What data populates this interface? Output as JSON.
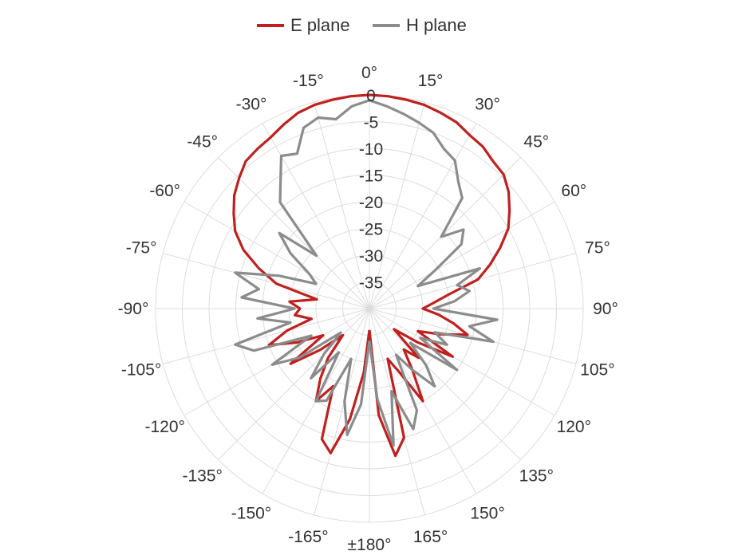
{
  "chart_data": {
    "type": "polar-line",
    "title": "",
    "legend": {
      "position": "top-center"
    },
    "radial_axis": {
      "unit": "dB",
      "range": [
        -40,
        0
      ],
      "ticks": [
        0,
        -5,
        -10,
        -15,
        -20,
        -25,
        -30,
        -35
      ],
      "tick_labels": [
        "0",
        "-5",
        "-10",
        "-15",
        "-20",
        "-25",
        "-30",
        "-35"
      ]
    },
    "angular_axis": {
      "zero_at": "top",
      "direction": "clockwise",
      "ticks": [
        0,
        15,
        30,
        45,
        60,
        75,
        90,
        105,
        120,
        135,
        150,
        165,
        180,
        -165,
        -150,
        -135,
        -120,
        -105,
        -90,
        -75,
        -60,
        -45,
        -30,
        -15
      ],
      "tick_labels": [
        "0°",
        "15°",
        "30°",
        "45°",
        "60°",
        "75°",
        "90°",
        "105°",
        "120°",
        "135°",
        "150°",
        "165°",
        "±180°",
        "-165°",
        "-150°",
        "-135°",
        "-120°",
        "-105°",
        "-90°",
        "-75°",
        "-60°",
        "-45°",
        "-30°",
        "-15°"
      ]
    },
    "grid": true,
    "series": [
      {
        "name": "E plane",
        "color": "#c0201e",
        "theta": [
          -180,
          -175,
          -170,
          -165,
          -160,
          -155,
          -150,
          -145,
          -140,
          -135,
          -130,
          -125,
          -120,
          -115,
          -110,
          -105,
          -100,
          -95,
          -90,
          -85,
          -80,
          -75,
          -70,
          -65,
          -60,
          -55,
          -50,
          -45,
          -40,
          -35,
          -30,
          -25,
          -20,
          -15,
          -10,
          -5,
          0,
          5,
          10,
          15,
          20,
          25,
          30,
          35,
          40,
          45,
          50,
          55,
          60,
          65,
          70,
          75,
          80,
          85,
          90,
          95,
          100,
          105,
          110,
          115,
          120,
          125,
          130,
          135,
          140,
          145,
          150,
          155,
          160,
          165,
          170,
          175,
          180
        ],
        "r": [
          -36,
          -28,
          -19,
          -12,
          -14,
          -24,
          -20,
          -24,
          -28,
          -33,
          -28,
          -22,
          -30,
          -25,
          -20,
          -24,
          -29,
          -26,
          -27,
          -25,
          -30,
          -22,
          -18,
          -14,
          -11,
          -9,
          -7,
          -5.5,
          -4,
          -3.5,
          -3,
          -2,
          -1,
          -0.5,
          -0.3,
          -0.1,
          0,
          -0.1,
          -0.3,
          -0.5,
          -1,
          -1.5,
          -2.5,
          -3,
          -4,
          -4.5,
          -6,
          -8,
          -10,
          -13,
          -16,
          -19,
          -25,
          -28,
          -30,
          -27,
          -24,
          -21,
          -26,
          -30,
          -22,
          -29,
          -34,
          -27,
          -30,
          -26,
          -20,
          -27,
          -30,
          -15,
          -12,
          -20,
          -36
        ]
      },
      {
        "name": "H plane",
        "color": "#8c8c8c",
        "theta": [
          -180,
          -175,
          -170,
          -165,
          -160,
          -155,
          -150,
          -145,
          -140,
          -135,
          -130,
          -125,
          -120,
          -115,
          -110,
          -105,
          -100,
          -95,
          -90,
          -85,
          -80,
          -75,
          -70,
          -65,
          -60,
          -55,
          -50,
          -45,
          -40,
          -35,
          -30,
          -25,
          -20,
          -15,
          -10,
          -5,
          0,
          5,
          10,
          15,
          20,
          25,
          30,
          35,
          40,
          45,
          50,
          55,
          60,
          65,
          70,
          75,
          80,
          85,
          90,
          95,
          100,
          105,
          110,
          115,
          120,
          125,
          130,
          135,
          140,
          145,
          150,
          155,
          160,
          165,
          170,
          175,
          180
        ],
        "r": [
          -34,
          -22,
          -16,
          -22,
          -30,
          -21,
          -20,
          -30,
          -23,
          -28,
          -33,
          -24,
          -19,
          -28,
          -17,
          -14,
          -25,
          -19,
          -26,
          -16,
          -19,
          -14,
          -22,
          -29,
          -27,
          -22,
          -18,
          -26,
          -14,
          -11,
          -7,
          -8,
          -4,
          -3,
          -4,
          -2,
          -1,
          -2,
          -3,
          -4,
          -5,
          -7,
          -8,
          -11,
          -13,
          -21,
          -17,
          -19,
          -26,
          -30,
          -18,
          -23,
          -21,
          -24,
          -28,
          -16,
          -21,
          -16,
          -27,
          -24,
          -29,
          -20,
          -30,
          -25,
          -21,
          -26,
          -30,
          -19,
          -16,
          -24,
          -14,
          -23,
          -34
        ]
      }
    ]
  }
}
